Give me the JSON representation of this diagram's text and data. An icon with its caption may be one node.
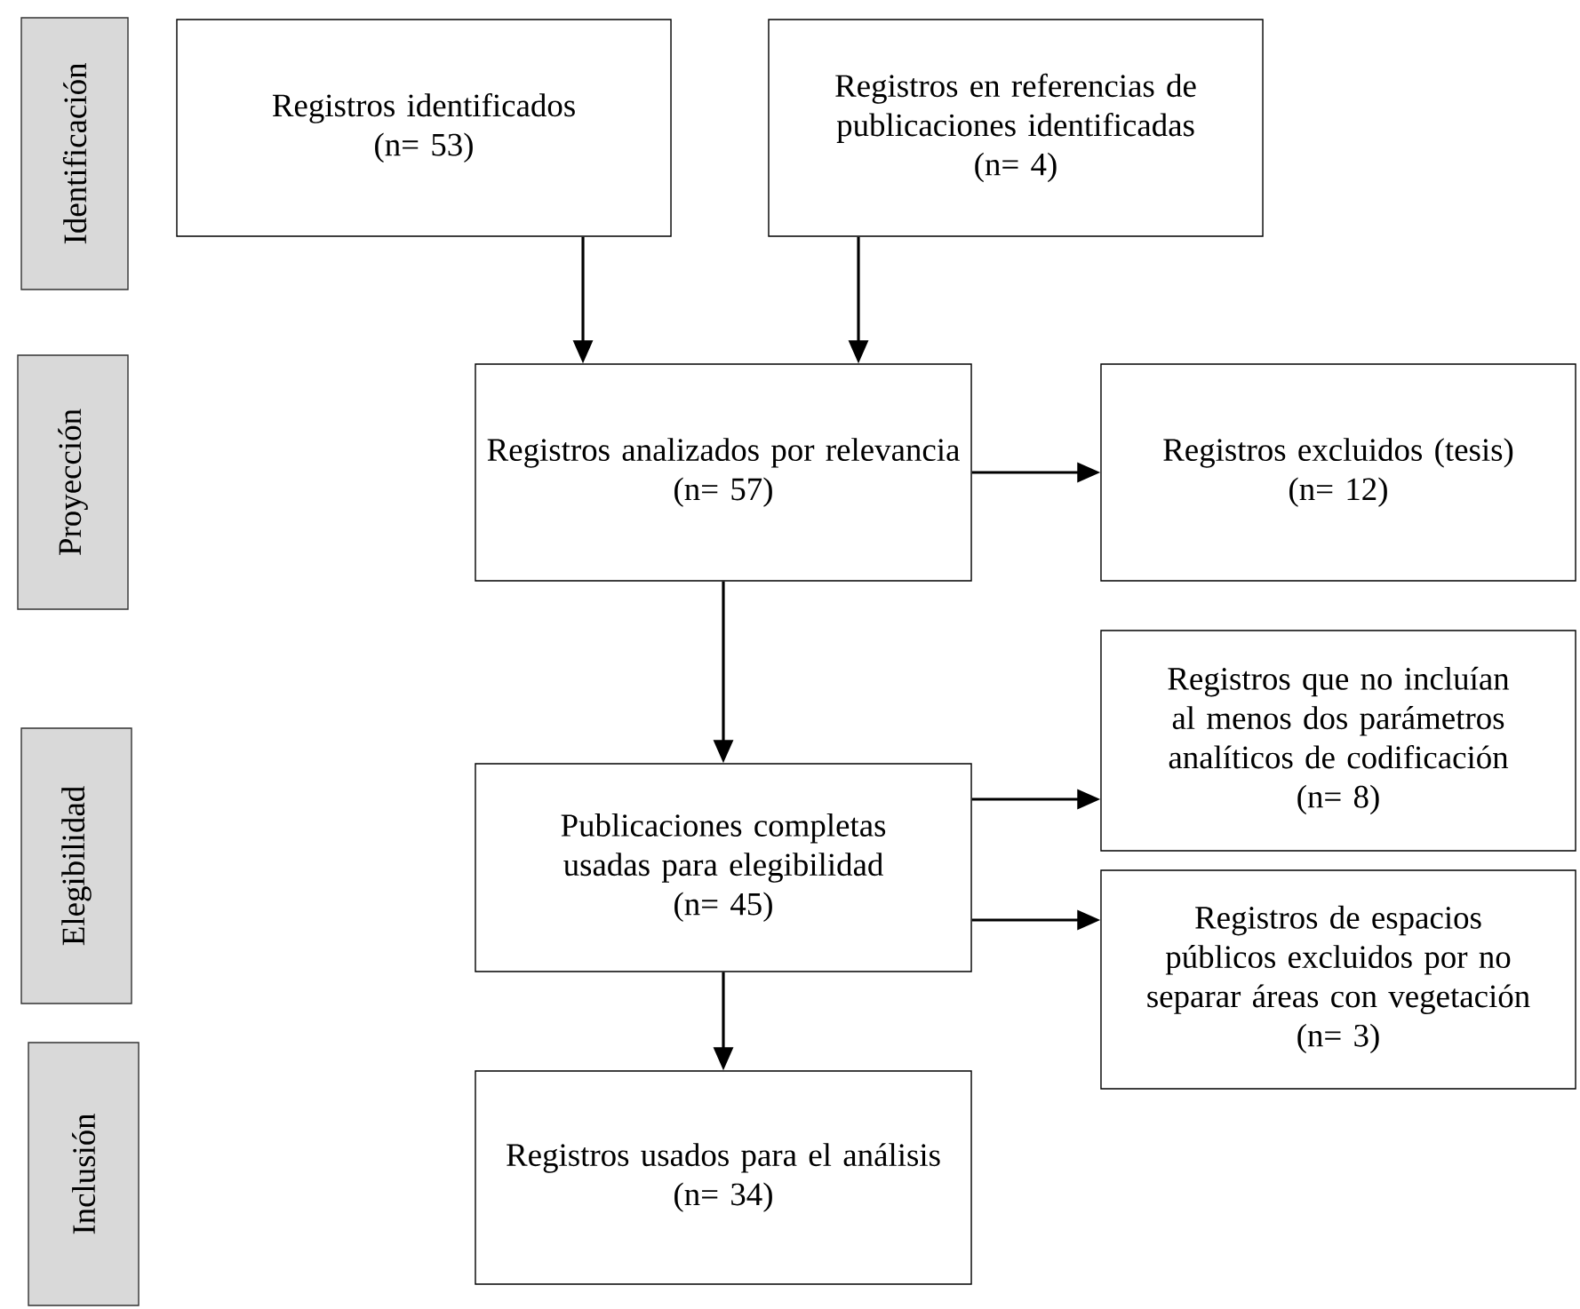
{
  "diagram": {
    "nodes": [
      {
        "text": [
          "Identificación"
        ]
      },
      {
        "text": [
          "Proyección"
        ]
      },
      {
        "text": [
          "Elegibilidad"
        ]
      },
      {
        "text": [
          "Inclusión"
        ]
      },
      {
        "text": [
          "Registros identificados",
          "(n= 53)"
        ]
      },
      {
        "text": [
          "Registros en referencias de publicaciones identificadas",
          "(n= 4)"
        ]
      },
      {
        "text": [
          "Registros analizados por relevancia",
          "(n= 57)"
        ]
      },
      {
        "text": [
          "Registros excluidos (tesis)",
          "(n= 12)"
        ]
      },
      {
        "text": [
          "Publicaciones completas usadas para elegibilidad",
          "(n= 45)"
        ]
      },
      {
        "text": [
          "Registros que no incluían al menos dos parámetros analíticos de codificación",
          "(n= 8)"
        ]
      },
      {
        "text": [
          "Registros de espacios públicos excluidos por no separar áreas con vegetación",
          "(n= 3)"
        ]
      },
      {
        "text": [
          "Registros usados para el análisis",
          "(n= 34)"
        ]
      }
    ],
    "edges": [
      {
        "from": 4,
        "to": 6,
        "arrow": "to"
      },
      {
        "from": 5,
        "to": 6,
        "arrow": "to"
      },
      {
        "from": 6,
        "to": 7,
        "arrow": "to"
      },
      {
        "from": 6,
        "to": 8,
        "arrow": "to"
      },
      {
        "from": 8,
        "to": 9,
        "arrow": "to"
      },
      {
        "from": 8,
        "to": 10,
        "arrow": "to"
      },
      {
        "from": 8,
        "to": 11,
        "arrow": "to"
      }
    ]
  }
}
